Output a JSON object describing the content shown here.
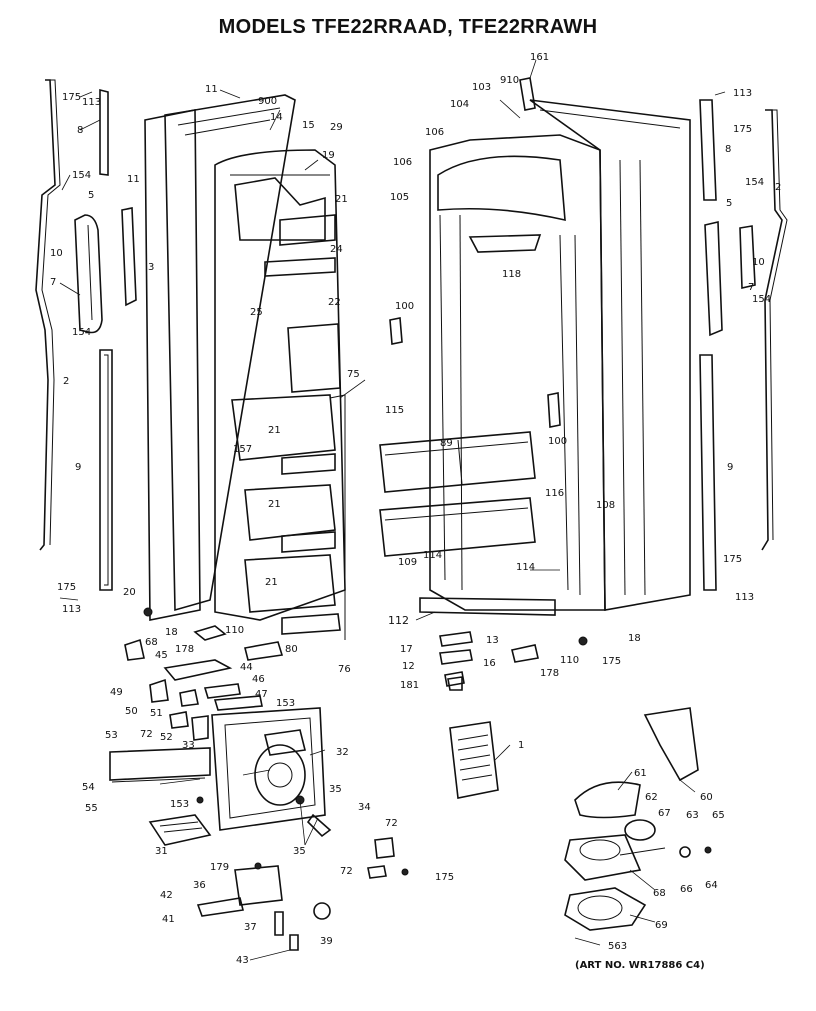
{
  "title": "MODELS TFE22RRAAD, TFE22RRAWH",
  "art_number": "(ART NO. WR17886 C4)",
  "labels": [
    {
      "id": "p175a",
      "text": "175"
    },
    {
      "id": "p113a",
      "text": "113"
    },
    {
      "id": "p8a",
      "text": "8"
    },
    {
      "id": "p154a",
      "text": "154"
    },
    {
      "id": "p5a",
      "text": "5"
    },
    {
      "id": "p10a",
      "text": "10"
    },
    {
      "id": "p7a",
      "text": "7"
    },
    {
      "id": "p154b",
      "text": "154"
    },
    {
      "id": "p2a",
      "text": "2"
    },
    {
      "id": "p9a",
      "text": "9"
    },
    {
      "id": "p175b",
      "text": "175"
    },
    {
      "id": "p113b",
      "text": "113"
    },
    {
      "id": "p11a",
      "text": "11"
    },
    {
      "id": "p900a",
      "text": "900"
    },
    {
      "id": "p14",
      "text": "14"
    },
    {
      "id": "p15",
      "text": "15"
    },
    {
      "id": "p29",
      "text": "29"
    },
    {
      "id": "p19",
      "text": "19"
    },
    {
      "id": "p11b",
      "text": "11"
    },
    {
      "id": "p3",
      "text": "3"
    },
    {
      "id": "p21a",
      "text": "21"
    },
    {
      "id": "p24",
      "text": "24"
    },
    {
      "id": "p25",
      "text": "25"
    },
    {
      "id": "p22",
      "text": "22"
    },
    {
      "id": "p75",
      "text": "75"
    },
    {
      "id": "p21b",
      "text": "21"
    },
    {
      "id": "p157",
      "text": "157"
    },
    {
      "id": "p21c",
      "text": "21"
    },
    {
      "id": "p21d",
      "text": "21"
    },
    {
      "id": "p20",
      "text": "20"
    },
    {
      "id": "p18a",
      "text": "18"
    },
    {
      "id": "p110a",
      "text": "110"
    },
    {
      "id": "p178a",
      "text": "178"
    },
    {
      "id": "p80",
      "text": "80"
    },
    {
      "id": "p76",
      "text": "76"
    },
    {
      "id": "p68",
      "text": "68"
    },
    {
      "id": "p45",
      "text": "45"
    },
    {
      "id": "p44",
      "text": "44"
    },
    {
      "id": "p46",
      "text": "46"
    },
    {
      "id": "p49",
      "text": "49"
    },
    {
      "id": "p47",
      "text": "47"
    },
    {
      "id": "p50",
      "text": "50"
    },
    {
      "id": "p153a",
      "text": "153"
    },
    {
      "id": "p51",
      "text": "51"
    },
    {
      "id": "p72a",
      "text": "72"
    },
    {
      "id": "p52",
      "text": "52"
    },
    {
      "id": "p53",
      "text": "53"
    },
    {
      "id": "p33",
      "text": "33"
    },
    {
      "id": "p32",
      "text": "32"
    },
    {
      "id": "p54",
      "text": "54"
    },
    {
      "id": "p55",
      "text": "55"
    },
    {
      "id": "p35a",
      "text": "35"
    },
    {
      "id": "p153b",
      "text": "153"
    },
    {
      "id": "p34",
      "text": "34"
    },
    {
      "id": "p31",
      "text": "31"
    },
    {
      "id": "p35b",
      "text": "35"
    },
    {
      "id": "p72b",
      "text": "72"
    },
    {
      "id": "p72c",
      "text": "72"
    },
    {
      "id": "p175c",
      "text": "175"
    },
    {
      "id": "p179",
      "text": "179"
    },
    {
      "id": "p36",
      "text": "36"
    },
    {
      "id": "p42",
      "text": "42"
    },
    {
      "id": "p41",
      "text": "41"
    },
    {
      "id": "p37",
      "text": "37"
    },
    {
      "id": "p39",
      "text": "39"
    },
    {
      "id": "p43",
      "text": "43"
    },
    {
      "id": "p161",
      "text": "161"
    },
    {
      "id": "p910",
      "text": "910"
    },
    {
      "id": "p103",
      "text": "103"
    },
    {
      "id": "p104",
      "text": "104"
    },
    {
      "id": "p106a",
      "text": "106"
    },
    {
      "id": "p106b",
      "text": "106"
    },
    {
      "id": "p105",
      "text": "105"
    },
    {
      "id": "p118",
      "text": "118"
    },
    {
      "id": "p100a",
      "text": "100"
    },
    {
      "id": "p115",
      "text": "115"
    },
    {
      "id": "p89",
      "text": "89"
    },
    {
      "id": "p100b",
      "text": "100"
    },
    {
      "id": "p116",
      "text": "116"
    },
    {
      "id": "p108",
      "text": "108"
    },
    {
      "id": "p109",
      "text": "109"
    },
    {
      "id": "p114a",
      "text": "114"
    },
    {
      "id": "p114b",
      "text": "114"
    },
    {
      "id": "p112",
      "text": "112"
    },
    {
      "id": "p18b",
      "text": "18"
    },
    {
      "id": "p17",
      "text": "17"
    },
    {
      "id": "p13",
      "text": "13"
    },
    {
      "id": "p12",
      "text": "12"
    },
    {
      "id": "p16",
      "text": "16"
    },
    {
      "id": "p110b",
      "text": "110"
    },
    {
      "id": "p178b",
      "text": "178"
    },
    {
      "id": "p175d",
      "text": "175"
    },
    {
      "id": "p181",
      "text": "181"
    },
    {
      "id": "p1",
      "text": "1"
    },
    {
      "id": "p113c",
      "text": "113"
    },
    {
      "id": "p175e",
      "text": "175"
    },
    {
      "id": "p8b",
      "text": "8"
    },
    {
      "id": "p2b",
      "text": "2"
    },
    {
      "id": "p154c",
      "text": "154"
    },
    {
      "id": "p5b",
      "text": "5"
    },
    {
      "id": "p10b",
      "text": "10"
    },
    {
      "id": "p7b",
      "text": "7"
    },
    {
      "id": "p154d",
      "text": "154"
    },
    {
      "id": "p9b",
      "text": "9"
    },
    {
      "id": "p175f",
      "text": "175"
    },
    {
      "id": "p113d",
      "text": "113"
    },
    {
      "id": "p60",
      "text": "60"
    },
    {
      "id": "p61",
      "text": "61"
    },
    {
      "id": "p62",
      "text": "62"
    },
    {
      "id": "p67",
      "text": "67"
    },
    {
      "id": "p63",
      "text": "63"
    },
    {
      "id": "p65",
      "text": "65"
    },
    {
      "id": "p66",
      "text": "66"
    },
    {
      "id": "p64",
      "text": "64"
    },
    {
      "id": "p68b",
      "text": "68"
    },
    {
      "id": "p69",
      "text": "69"
    },
    {
      "id": "p563",
      "text": "563"
    }
  ]
}
